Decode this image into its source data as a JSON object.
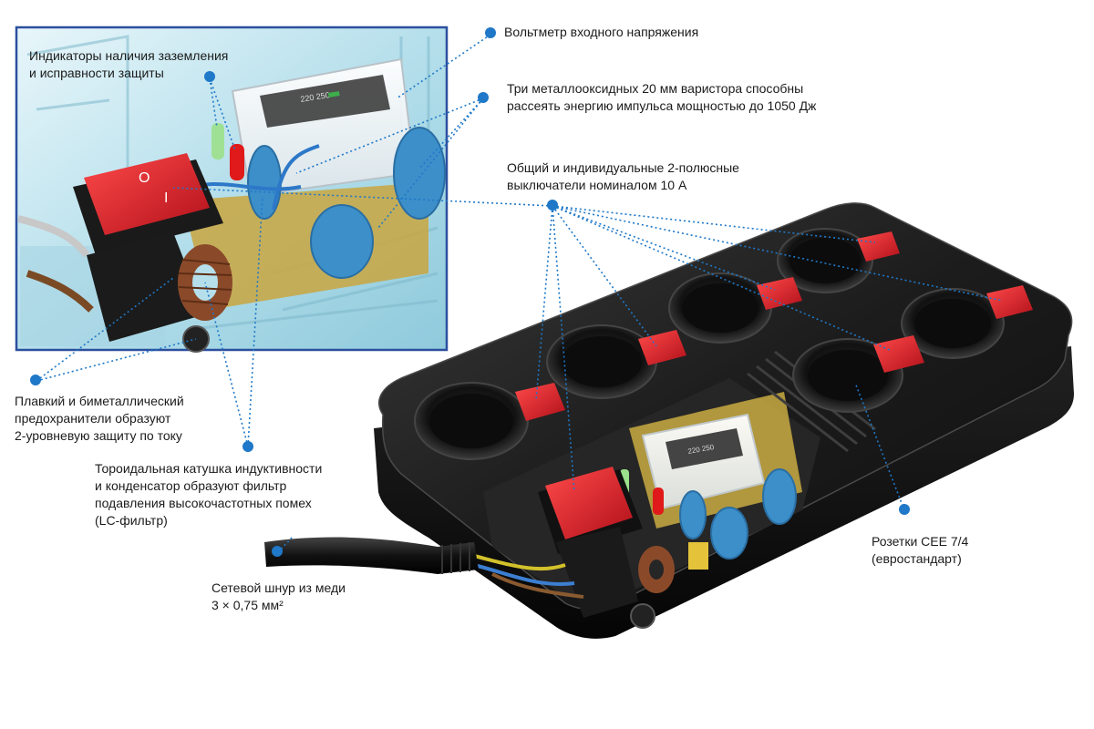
{
  "colors": {
    "leader": "#1f78c8",
    "body": "#1a1a1a",
    "switch": "#d81e28",
    "inset_bg": "#bfe3ee",
    "text": "#1b1b1b"
  },
  "callouts": {
    "voltmeter": {
      "lines": [
        "Вольтметр входного напряжения"
      ]
    },
    "indicators": {
      "lines": [
        "Индикаторы наличия заземления",
        "и исправности защиты"
      ]
    },
    "varistors": {
      "lines": [
        "Три металлооксидных 20 мм варистора способны",
        "рассеять энергию импульса мощностью до 1050 Дж"
      ]
    },
    "switches": {
      "lines": [
        "Общий и индивидуальные 2-полюсные",
        "выключатели номиналом 10 А"
      ]
    },
    "fuses": {
      "lines": [
        "Плавкий и биметаллический",
        "предохранители образуют",
        "2-уровневую защиту по току"
      ]
    },
    "lc_filter": {
      "lines": [
        "Тороидальная катушка индуктивности",
        "и конденсатор образуют фильтр",
        "подавления высокочастотных помех",
        "(LC-фильтр)"
      ]
    },
    "cord": {
      "lines": [
        "Сетевой шнур из меди",
        "3 × 0,75 мм²"
      ]
    },
    "sockets": {
      "lines": [
        "Розетки СЕЕ 7/4",
        "(евростандарт)"
      ]
    }
  },
  "device_labels": {
    "inset_voltmeter_scale": "220 250",
    "main_voltmeter_scale": "220 250",
    "switch_off_mark": "O",
    "switch_on_mark": "I"
  }
}
